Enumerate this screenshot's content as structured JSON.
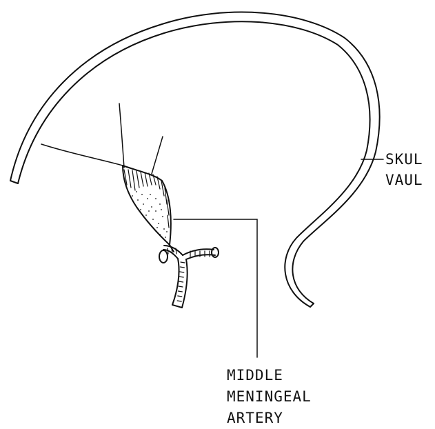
{
  "labels": {
    "skull_line1": "SKUL",
    "skull_line2": "VAUL",
    "artery_line1": "MIDDLE",
    "artery_line2": "MENINGEAL",
    "artery_line3": "ARTERY"
  },
  "colors": {
    "ink": "#111111",
    "background": "#ffffff"
  }
}
